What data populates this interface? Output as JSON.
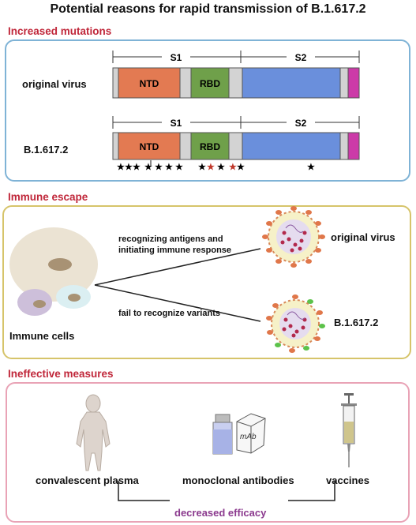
{
  "title": "Potential reasons for rapid transmission of B.1.617.2",
  "sections": {
    "mutations": {
      "title": "Increased mutations",
      "rows": [
        {
          "label": "original virus",
          "s1": "S1",
          "s2": "S2",
          "ntd": "NTD",
          "rbd": "RBD"
        },
        {
          "label": "B.1.617.2",
          "s1": "S1",
          "s2": "S2",
          "ntd": "NTD",
          "rbd": "RBD"
        }
      ]
    },
    "immune": {
      "title": "Immune escape",
      "cells_label": "Immune cells",
      "upper_text": "recognizing antigens and initiating immune response",
      "lower_text": "fail to recognize variants",
      "virus_top_label": "original virus",
      "virus_bottom_label": "B.1.617.2"
    },
    "measures": {
      "title": "Ineffective measures",
      "items": [
        "convalescent plasma",
        "monoclonal antibodies",
        "vaccines"
      ],
      "mab_text": "mAb",
      "summary": "decreased efficacy"
    }
  },
  "colors": {
    "mutations_border": "#7fb3d6",
    "immune_border": "#d6c46a",
    "measures_border": "#e9a3b6",
    "section_title": "#c0273a",
    "ntd": "#e37a52",
    "rbd": "#6fa04a",
    "s2": "#6a8fdc",
    "end": "#cc3aa8",
    "grey": "#d3d3d3",
    "summary_text": "#8b3a8e"
  }
}
